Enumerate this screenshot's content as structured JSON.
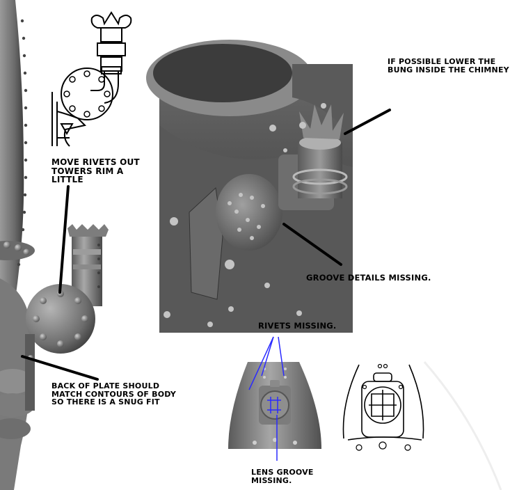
{
  "annotations": {
    "move_rivets": "Move rivets out towers rim a little",
    "lower_bung": "If possible lower the bung inside the chimney",
    "groove_details": "Groove details missing.",
    "back_of_plate": "Back of plate should match contours of body so there is a snug fit",
    "rivets_missing": "Rivets Missing.",
    "lens_groove": "Lens groove missing."
  },
  "colors": {
    "render_grey": "#8a8a8a",
    "render_dark": "#3a3a3a",
    "arrow_black": "#000000",
    "marker_blue": "#2a2aff"
  }
}
